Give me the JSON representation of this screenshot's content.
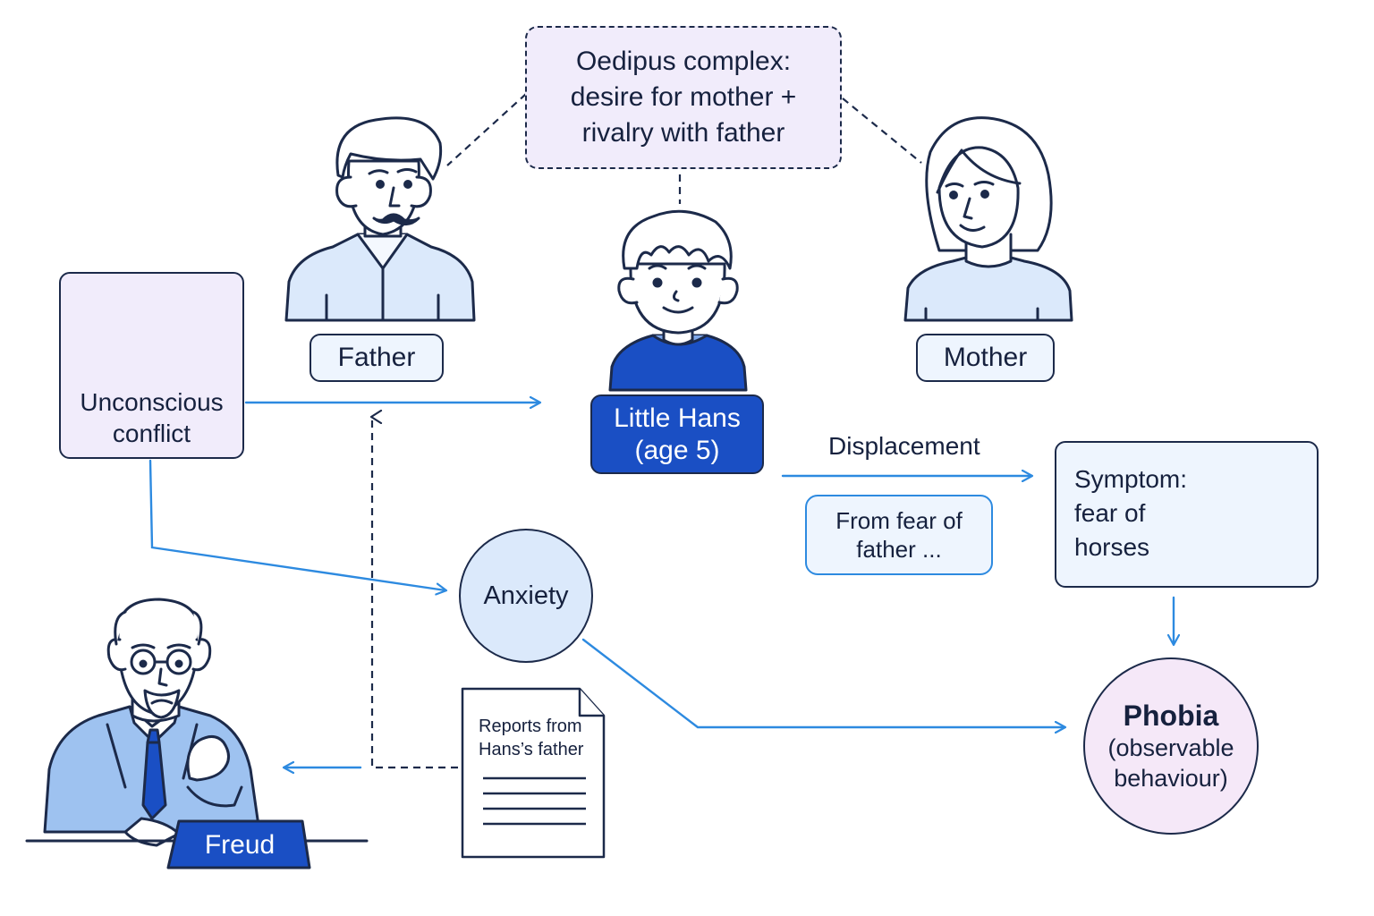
{
  "oedipus": {
    "lines": [
      "Oedipus complex:",
      "desire for mother +",
      "rivalry with father"
    ]
  },
  "father": {
    "label": "Father"
  },
  "mother": {
    "label": "Mother"
  },
  "hans": {
    "lines": [
      "Little Hans",
      "(age 5)"
    ]
  },
  "unconscious": {
    "lines": [
      "Unconscious",
      "conflict"
    ]
  },
  "anxiety": {
    "label": "Anxiety"
  },
  "displacement": {
    "label": "Displacement"
  },
  "from_fear": {
    "lines": [
      "From fear of",
      "father ..."
    ]
  },
  "symptom": {
    "lines": [
      "Symptom:",
      "fear of",
      "horses"
    ]
  },
  "phobia": {
    "title": "Phobia",
    "lines": [
      "(observable",
      "behaviour)"
    ]
  },
  "reports": {
    "lines": [
      "Reports from",
      "Hans’s father"
    ]
  },
  "freud": {
    "label": "Freud"
  },
  "colors": {
    "accent": "#1a4fc4",
    "outline": "#1c2a4a",
    "arrow": "#2d8ae0",
    "lavender": "#f1ecfb",
    "light_blue": "#dbe9fb",
    "pale_blue": "#eef5fe",
    "pink": "#f5e8f8"
  }
}
